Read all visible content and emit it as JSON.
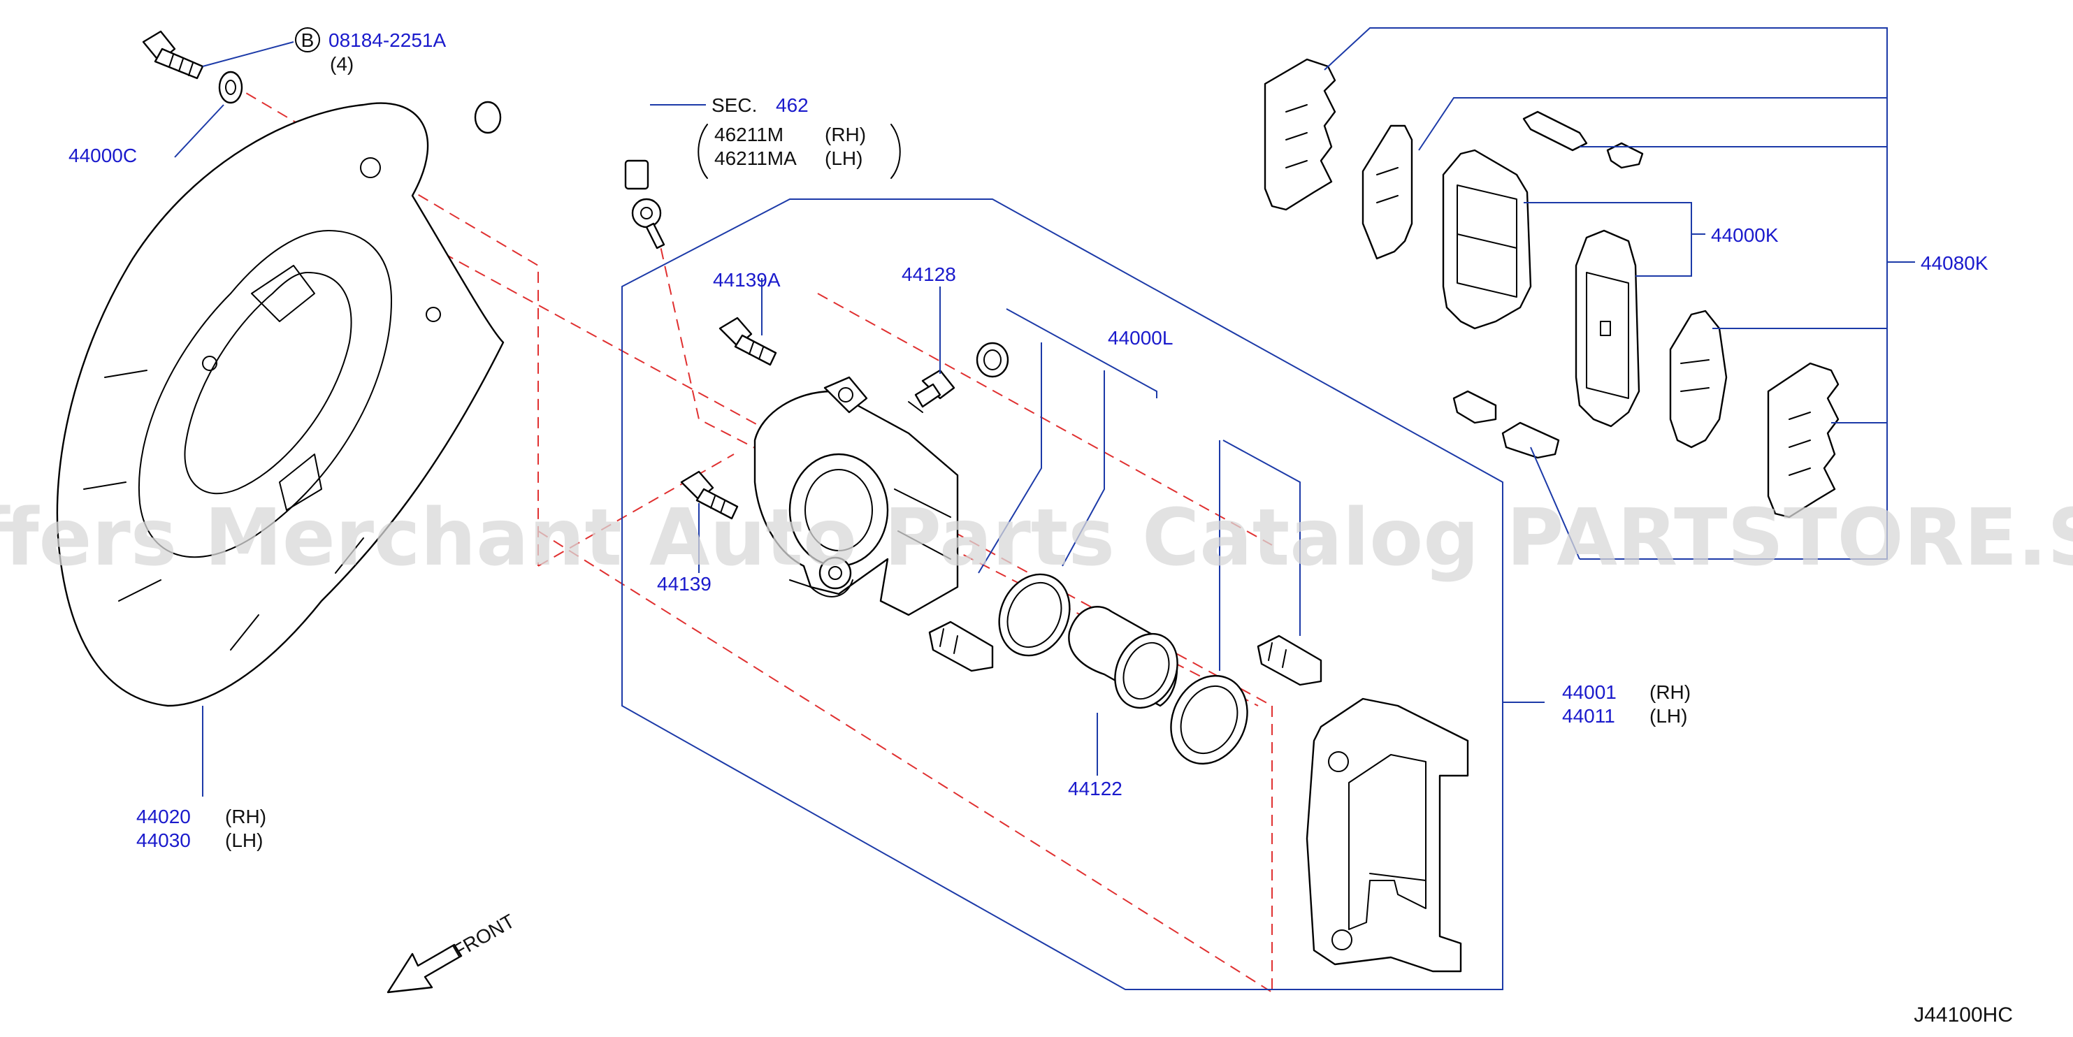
{
  "watermark": "Offers Merchant Auto Parts Catalog PARTSTORE.SA",
  "diagram_code": "J44100HC",
  "front_label": "FRONT",
  "bolt_ref": {
    "symbol": "B",
    "part": "08184-2251A",
    "qty": "(4)"
  },
  "labels": {
    "p44000C": "44000C",
    "sec": "SEC.",
    "sec_num": "462",
    "p46211M": "46211M",
    "p46211MA": "46211MA",
    "rh": "(RH)",
    "lh": "(LH)",
    "p44139A": "44139A",
    "p44128": "44128",
    "p44000L": "44000L",
    "p44000K": "44000K",
    "p44080K": "44080K",
    "p44139": "44139",
    "p44122": "44122",
    "p44001": "44001",
    "p44011": "44011",
    "p44020": "44020",
    "p44030": "44030"
  },
  "colors": {
    "callout": "#1a1acc",
    "leader": "#1c3aa8",
    "guide": "#e03030"
  }
}
